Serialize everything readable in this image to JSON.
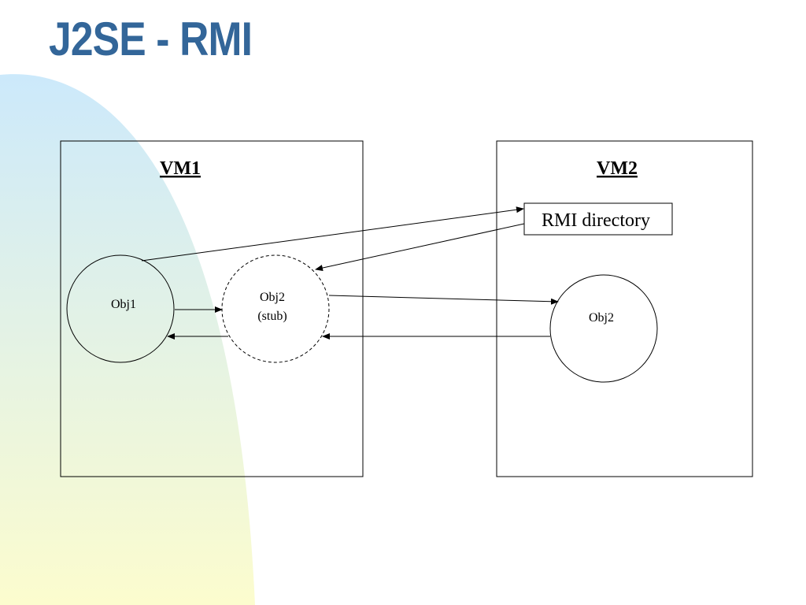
{
  "slide": {
    "title": "J2SE - RMI"
  },
  "diagram": {
    "vm1": {
      "label": "VM1",
      "obj1_label": "Obj1",
      "stub_line1": "Obj2",
      "stub_line2": "(stub)"
    },
    "vm2": {
      "label": "VM2",
      "directory_label": "RMI directory",
      "obj2_label": "Obj2"
    }
  },
  "colors": {
    "title": "#336699",
    "gradient_top": "#cce9fb",
    "gradient_bottom": "#fcfcce"
  }
}
